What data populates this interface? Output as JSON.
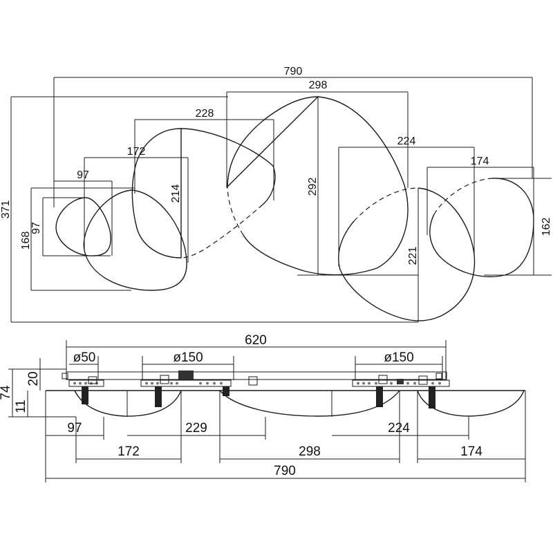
{
  "top_view": {
    "overall_width": "790",
    "overall_height": "371",
    "shades": [
      {
        "width": "97",
        "height": "97",
        "outer_height": "168"
      },
      {
        "width": "172"
      },
      {
        "width": "228",
        "height": "214"
      },
      {
        "width": "298",
        "height": "292"
      },
      {
        "width": "224",
        "height": "221"
      },
      {
        "width": "174",
        "height": "162"
      }
    ]
  },
  "side_view": {
    "canopy_length": "620",
    "canopy_dia_left": "ø50",
    "canopy_dia_mid": "ø150",
    "canopy_dia_right": "ø150",
    "height_total": "74",
    "height_canopy": "20",
    "height_glass": "11",
    "bottom_dims": [
      "97",
      "229",
      "224",
      "172",
      "298",
      "174"
    ],
    "overall_width": "790"
  }
}
